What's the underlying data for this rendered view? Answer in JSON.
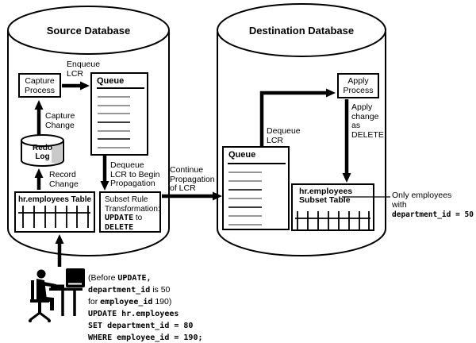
{
  "colors": {
    "ink": "#000000",
    "queue_entry_gray": "#979797",
    "queue_entry_dark": "#3c3c3c",
    "redo_log_shade": "#c9c9c9",
    "background": "#ffffff"
  },
  "source_db": {
    "title": "Source Database",
    "capture_process_label": "Capture Process",
    "enqueue_label": {
      "l1": "Enqueue",
      "l2": "LCR"
    },
    "queue_title": "Queue",
    "capture_change_label": {
      "l1": "Capture",
      "l2": "Change"
    },
    "redo_log_label": {
      "l1": "Redo",
      "l2": "Log"
    },
    "record_change_label": {
      "l1": "Record",
      "l2": "Change"
    },
    "table_title": "hr.employees Table",
    "dequeue_label": {
      "l1": "Dequeue",
      "l2": "LCR to Begin",
      "l3": "Propagation"
    },
    "subset_rule": {
      "l1": "Subset Rule",
      "l2": "Transformation:",
      "code1": "UPDATE",
      "sep": " to",
      "code2": "DELETE"
    }
  },
  "propagation_label": {
    "l1": "Continue",
    "l2": "Propagation",
    "l3": "of LCR"
  },
  "dest_db": {
    "title": "Destination Database",
    "queue_title": "Queue",
    "dequeue_label": {
      "l1": "Dequeue",
      "l2": "LCR"
    },
    "apply_process_label": "Apply Process",
    "apply_change_label": {
      "l1": "Apply",
      "l2": "change",
      "l3": "as",
      "l4": "DELETE"
    },
    "subset_table": {
      "l1": "hr.employees",
      "l2": "Subset Table"
    },
    "annotation": {
      "l1": "Only employees",
      "l2": "with",
      "code": "department_id = 50"
    }
  },
  "sql_note": {
    "l1a": "(Before ",
    "l1b": "UPDATE,",
    "l2a": "department_id",
    "l2b": " is 50",
    "l3a": "for ",
    "l3b": "employee_id",
    "l3c": " 190)",
    "l4": "UPDATE hr.employees",
    "l5": "SET department_id = 80",
    "l6": "WHERE employee_id = 190;"
  }
}
